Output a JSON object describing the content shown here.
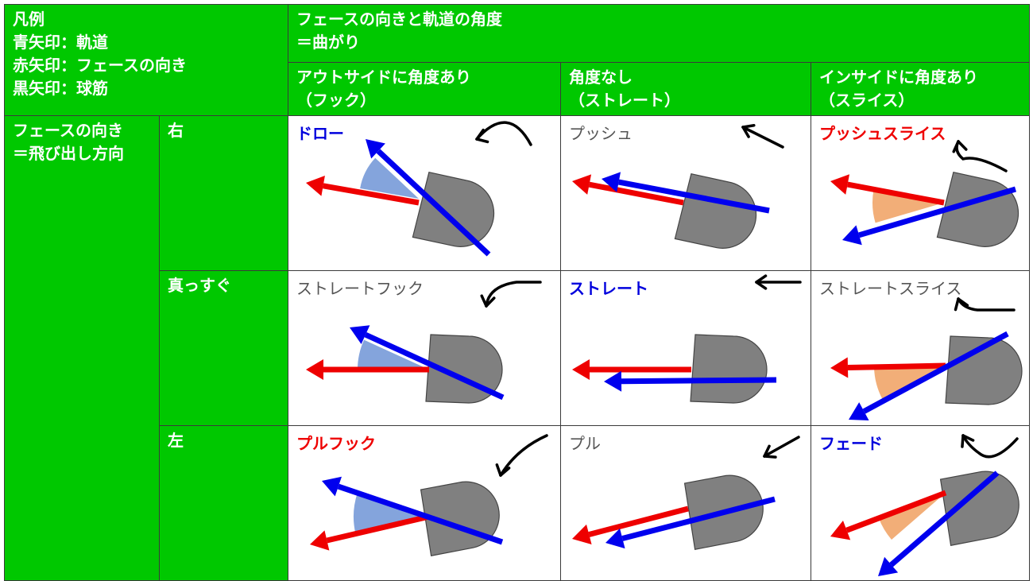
{
  "legend": {
    "title": "凡例",
    "lines": [
      "青矢印：軌道",
      "赤矢印：フェースの向き",
      "黒矢印：球筋"
    ]
  },
  "header": {
    "title_lines": [
      "フェースの向きと軌道の角度",
      "＝曲がり"
    ],
    "columns": [
      {
        "lines": [
          "アウトサイドに角度あり",
          "（フック）"
        ]
      },
      {
        "lines": [
          "角度なし",
          "（ストレート）"
        ]
      },
      {
        "lines": [
          "インサイドに角度あり",
          "（スライス）"
        ]
      }
    ]
  },
  "row_header": {
    "lines": [
      "フェースの向き",
      "＝飛び出し方向"
    ]
  },
  "rows": [
    {
      "label": "右",
      "cells": [
        {
          "name": "ドロー",
          "color": "#0000dd",
          "bold": true
        },
        {
          "name": "プッシュ",
          "color": "#555555",
          "bold": false
        },
        {
          "name": "プッシュスライス",
          "color": "#ee0000",
          "bold": true
        }
      ]
    },
    {
      "label": "真っすぐ",
      "cells": [
        {
          "name": "ストレートフック",
          "color": "#555555",
          "bold": false
        },
        {
          "name": "ストレート",
          "color": "#0000dd",
          "bold": true
        },
        {
          "name": "ストレートスライス",
          "color": "#555555",
          "bold": false
        }
      ]
    },
    {
      "label": "左",
      "cells": [
        {
          "name": "プルフック",
          "color": "#ee0000",
          "bold": true
        },
        {
          "name": "プル",
          "color": "#555555",
          "bold": false
        },
        {
          "name": "フェード",
          "color": "#0000dd",
          "bold": true
        }
      ]
    }
  ],
  "colors": {
    "header_green": "#00c800",
    "path_arrow": "#0000ee",
    "face_arrow": "#ee0000",
    "ball_flight": "#000000",
    "hook_wedge": "#6f94d6",
    "slice_wedge": "#f0a060",
    "club": "#808080"
  }
}
